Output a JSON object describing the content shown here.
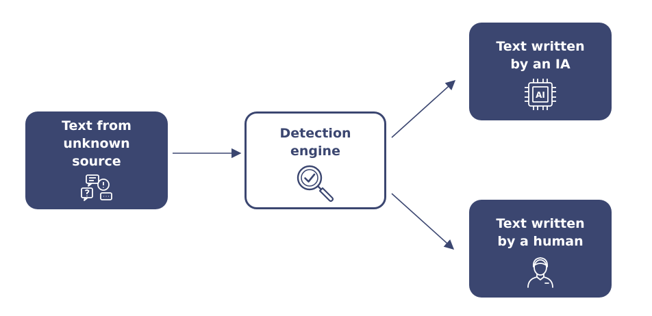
{
  "nodes": {
    "source": {
      "line1": "Text from",
      "line2": "unknown",
      "line3": "source",
      "icon": "chat-bubbles-icon"
    },
    "engine": {
      "line1": "Detection",
      "line2": "engine",
      "icon": "magnifier-check-icon"
    },
    "ai": {
      "line1": "Text written",
      "line2": "by an IA",
      "icon": "ai-chip-icon",
      "chip_label": "AI"
    },
    "human": {
      "line1": "Text written",
      "line2": "by a human",
      "icon": "person-icon"
    }
  },
  "colors": {
    "node_dark": "#3b4670",
    "node_light_border": "#3b4670",
    "arrow": "#3b4670",
    "background": "#ffffff"
  }
}
